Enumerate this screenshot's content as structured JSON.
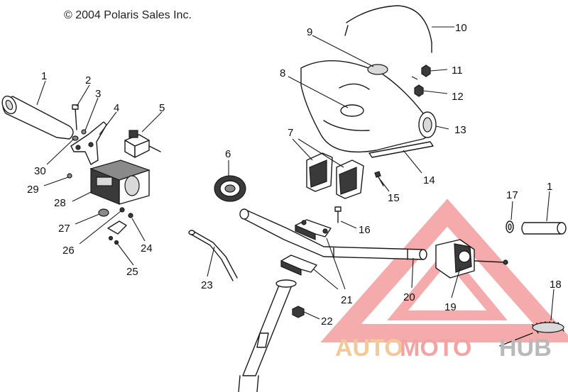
{
  "copyright": "© 2004 Polaris Sales Inc.",
  "callouts": {
    "c1a": "1",
    "c1b": "1",
    "c2": "2",
    "c3": "3",
    "c4": "4",
    "c5": "5",
    "c6": "6",
    "c7": "7",
    "c8": "8",
    "c9": "9",
    "c10": "10",
    "c11": "11",
    "c12": "12",
    "c13": "13",
    "c14": "14",
    "c15": "15",
    "c16": "16",
    "c17": "17",
    "c18": "18",
    "c19": "19",
    "c20": "20",
    "c21": "21",
    "c22": "22",
    "c23": "23",
    "c24": "24",
    "c25": "25",
    "c26": "26",
    "c27": "27",
    "c28": "28",
    "c29": "29",
    "c30": "30"
  },
  "watermark": {
    "auto": "AUTO",
    "moto": "MOTO",
    "hub": "HUB",
    "accent_orange": "#f3c99a",
    "accent_red": "#f4a3a3",
    "accent_gray": "#b9b9b9"
  }
}
